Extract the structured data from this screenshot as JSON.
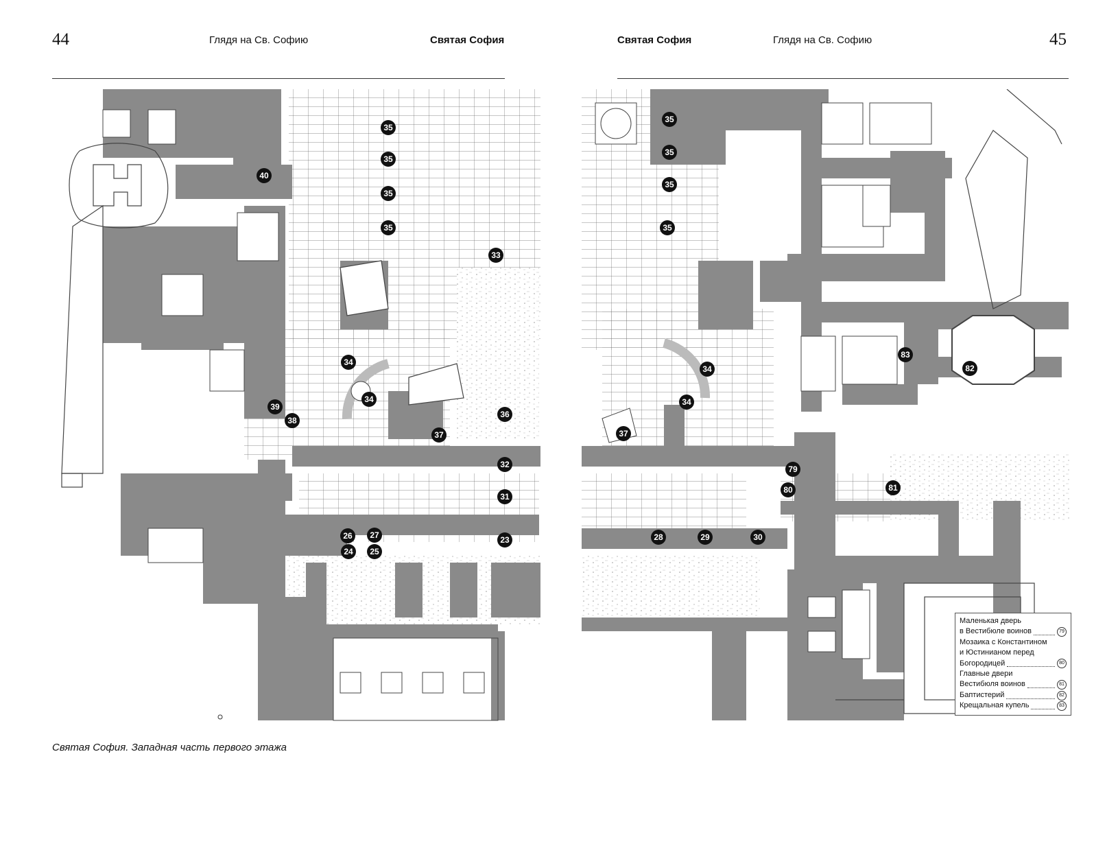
{
  "header": {
    "left_page_number": "44",
    "left_running_title": "Глядя  на Св. Софию",
    "left_section_title": "Святая София",
    "right_section_title": "Святая София",
    "right_running_title": "Глядя  на Св. Софию",
    "right_page_number": "45"
  },
  "left_plan_markers": [
    "35",
    "35",
    "35",
    "35",
    "40",
    "33",
    "34",
    "34",
    "39",
    "38",
    "36",
    "37",
    "32",
    "31",
    "26",
    "27",
    "24",
    "25",
    "23"
  ],
  "right_plan_markers": [
    "35",
    "35",
    "35",
    "35",
    "34",
    "34",
    "37",
    "83",
    "82",
    "79",
    "80",
    "81",
    "28",
    "29",
    "30"
  ],
  "legend": {
    "lines": [
      "Маленькая дверь",
      "в Вестибюле воинов",
      "Мозаика с Константином",
      "и Юстинианом перед",
      "Богородицей",
      "Главные двери",
      "Вестибюля воинов",
      "Баптистерий",
      "Крещальная купель"
    ],
    "numbers": [
      "79",
      "80",
      "81",
      "82",
      "83"
    ]
  },
  "caption": "Святая София. Западная часть первого этажа",
  "colors": {
    "wall": "#8a8a8a",
    "marker": "#111111",
    "background": "#ffffff",
    "line": "#333333"
  }
}
